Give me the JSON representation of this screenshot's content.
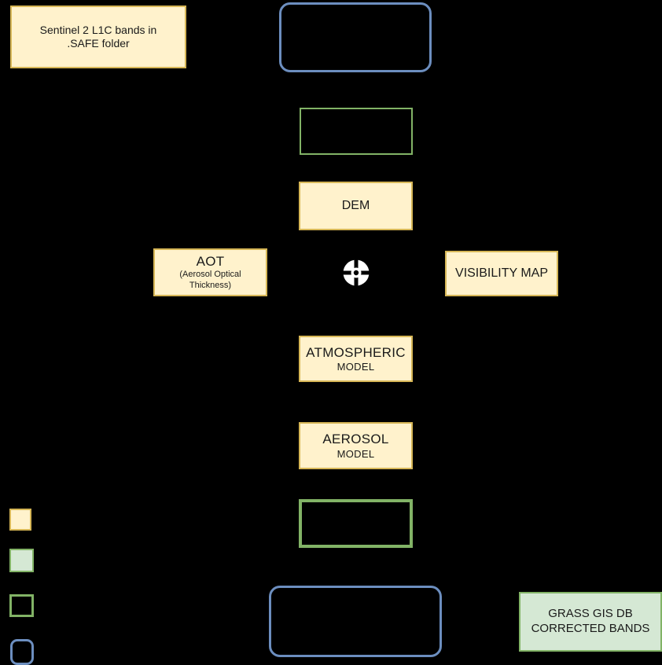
{
  "diagram": {
    "title_hint": "Sentinel-2 atmospheric correction workflow",
    "background_color": "#000000",
    "colors": {
      "yellow_fill": "#FFF2CC",
      "yellow_border": "#D6B656",
      "green_fill": "#D5E8D4",
      "green_border": "#82B366",
      "blue_border": "#6C8EBF",
      "text": "#1a1a1a",
      "icon": "#FFFFFF"
    },
    "nodes": {
      "sentinel": {
        "line1": "Sentinel 2 L1C bands in",
        "line2": ".SAFE folder"
      },
      "dem": {
        "label": "DEM"
      },
      "aot": {
        "title": "AOT",
        "subtitle1": "(Aerosol Optical",
        "subtitle2": "Thickness)"
      },
      "visibility": {
        "label": "VISIBILITY MAP"
      },
      "atmospheric": {
        "title": "ATMOSPHERIC",
        "subtitle": "MODEL"
      },
      "aerosol": {
        "title": "AEROSOL",
        "subtitle": "MODEL"
      },
      "grass": {
        "line1": "GRASS GIS DB",
        "line2": "CORRECTED BANDS"
      }
    },
    "unlabeled_shapes": [
      {
        "id": "blue-rounded-top",
        "style": "blue rounded outline, empty interior"
      },
      {
        "id": "green-outline-middle",
        "style": "green rectangular outline, empty interior"
      },
      {
        "id": "green-outline-lower",
        "style": "thick green rectangular outline, empty interior"
      },
      {
        "id": "blue-rounded-bottom",
        "style": "blue rounded outline, empty interior"
      }
    ],
    "icons": {
      "center": "crosshair-target-icon"
    },
    "legend": {
      "swatches": [
        {
          "id": "yellow-filled",
          "fill": "#FFF2CC",
          "border": "#D6B656"
        },
        {
          "id": "green-filled",
          "fill": "#D5E8D4",
          "border": "#82B366"
        },
        {
          "id": "green-outline",
          "fill": "none",
          "border": "#82B366"
        },
        {
          "id": "blue-outline-rounded",
          "fill": "none",
          "border": "#6C8EBF"
        }
      ]
    }
  }
}
